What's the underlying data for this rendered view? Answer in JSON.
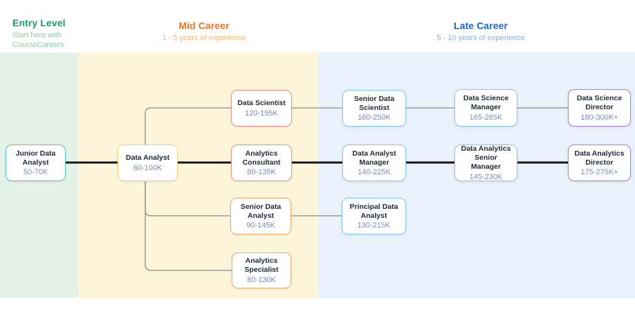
{
  "header": {
    "entry": {
      "title": "Entry Level",
      "subtitle": "Start here with CourseCareers"
    },
    "mid": {
      "title": "Mid Career",
      "subtitle": "1 - 5 years of experience"
    },
    "late": {
      "title": "Late Career",
      "subtitle": "5 - 10 years of experience"
    }
  },
  "nodes": [
    {
      "id": "junior-data-analyst",
      "title": "Junior Data Analyst",
      "salary": "50-70K",
      "stage": "entry"
    },
    {
      "id": "data-analyst",
      "title": "Data Analyst",
      "salary": "60-100K",
      "stage": "mid"
    },
    {
      "id": "data-scientist",
      "title": "Data Scientist",
      "salary": "120-195K",
      "stage": "mid"
    },
    {
      "id": "analytics-consultant",
      "title": "Analytics Consultant",
      "salary": "80-135K",
      "stage": "mid"
    },
    {
      "id": "senior-data-analyst",
      "title": "Senior Data Analyst",
      "salary": "90-145K",
      "stage": "mid"
    },
    {
      "id": "analytics-specialist",
      "title": "Analytics Specialist",
      "salary": "80-130K",
      "stage": "mid"
    },
    {
      "id": "senior-data-scientist",
      "title": "Senior Data Scientist",
      "salary": "160-250K",
      "stage": "late"
    },
    {
      "id": "data-analyst-manager",
      "title": "Data Analyst Manager",
      "salary": "140-225K",
      "stage": "late"
    },
    {
      "id": "principal-data-analyst",
      "title": "Principal Data Analyst",
      "salary": "130-215K",
      "stage": "late"
    },
    {
      "id": "data-science-manager",
      "title": "Data Science Manager",
      "salary": "165-265K",
      "stage": "late"
    },
    {
      "id": "data-analytics-senior-manager",
      "title": "Data Analytics Senior Manager",
      "salary": "145-230K",
      "stage": "late"
    },
    {
      "id": "data-science-director",
      "title": "Data Science Director",
      "salary": "180-300K+",
      "stage": "late"
    },
    {
      "id": "data-analytics-director",
      "title": "Data Analytics Director",
      "salary": "175-275K+",
      "stage": "late"
    }
  ],
  "colors": {
    "entry_title": "#179e68",
    "entry_subtitle": "#8fc9a6",
    "mid_title": "#f0731c",
    "mid_subtitle": "#f5b473",
    "late_title": "#1566d0",
    "late_subtitle": "#84b1e4",
    "band_entry": "#e4f1e7",
    "band_mid": "#fdf5da",
    "band_late": "#e9f1fa",
    "border_teal": "#54c4c8",
    "border_yellow": "#f3d483",
    "border_salmon": "#f0907e",
    "border_orange": "#f2a86b",
    "border_blue": "#82c8f0",
    "border_purple": "#a17fe0",
    "node_title": "#222c3a",
    "node_salary": "#7d8ab8",
    "line_main": "#151515",
    "line_branch": "#8a8a8a"
  }
}
